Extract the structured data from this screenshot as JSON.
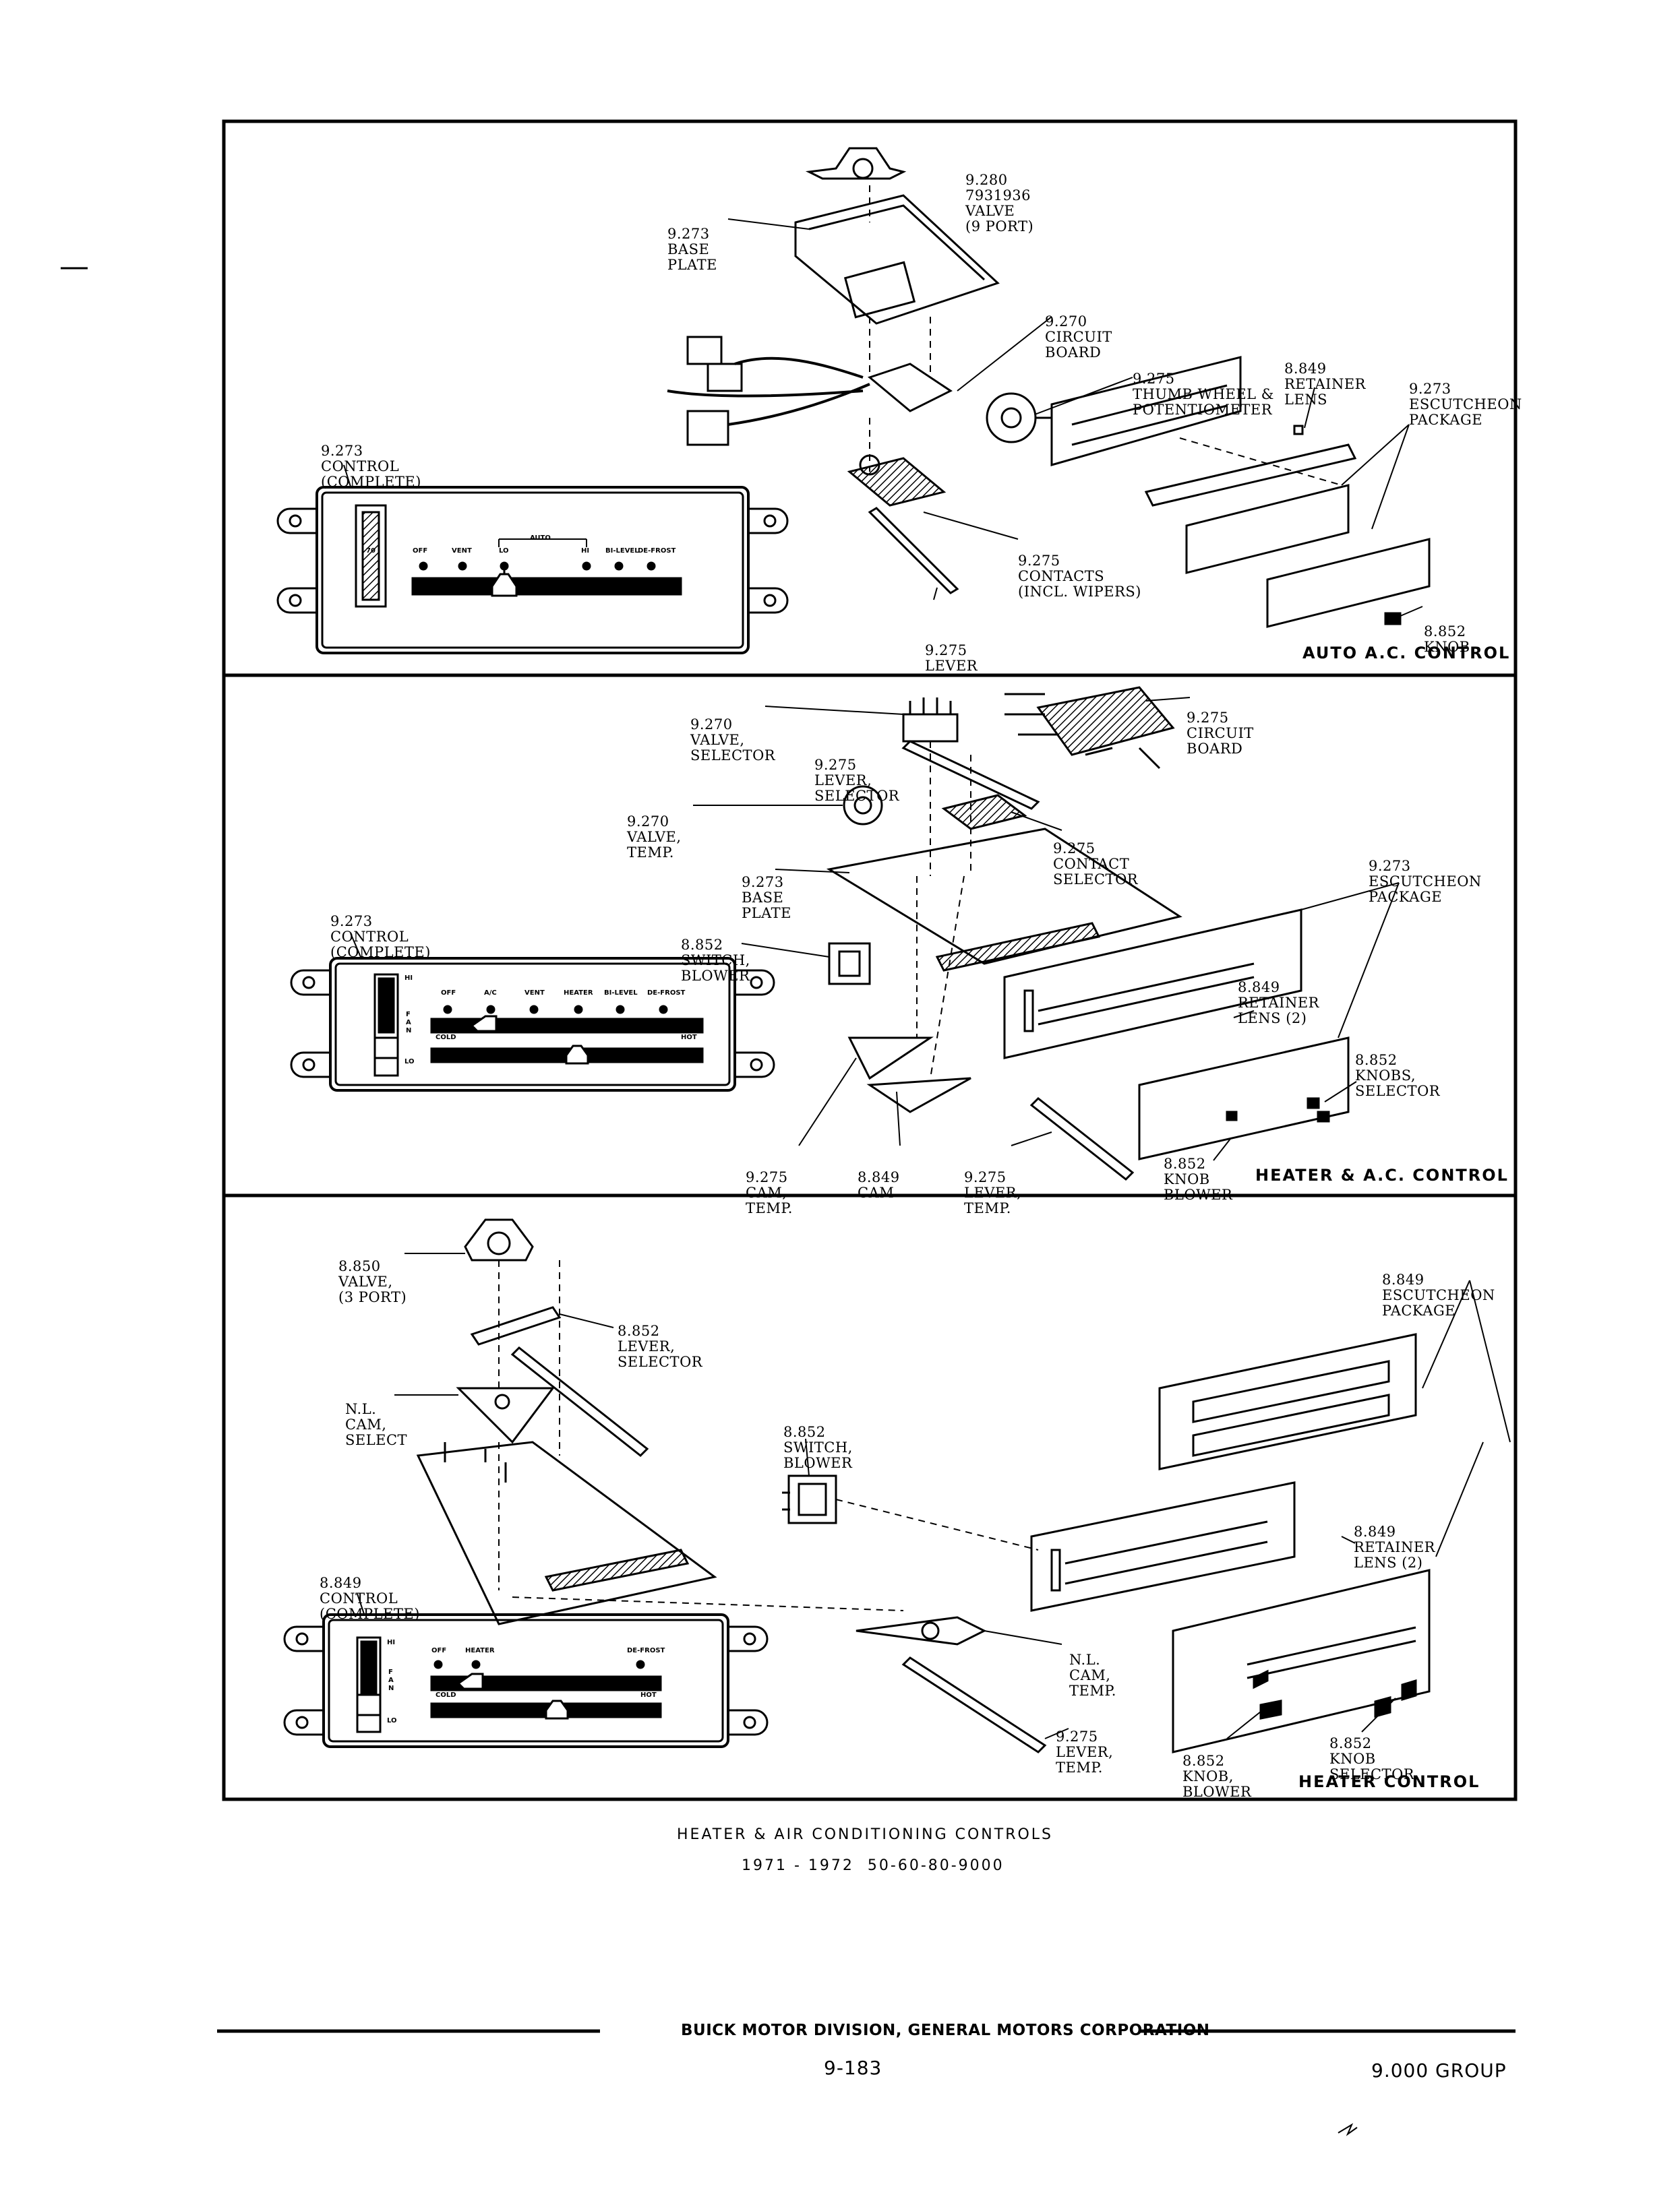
{
  "sections": [
    {
      "title": "AUTO A.C. CONTROL",
      "callouts": [
        {
          "lines": [
            "9.280",
            "7931936",
            "VALVE",
            "(9 PORT)"
          ]
        },
        {
          "lines": [
            "9.273",
            "BASE",
            "PLATE"
          ]
        },
        {
          "lines": [
            "9.270",
            "CIRCUIT",
            "BOARD"
          ]
        },
        {
          "lines": [
            "9.275",
            "THUMB WHEEL &",
            "POTENTIOMETER"
          ]
        },
        {
          "lines": [
            "8.849",
            "RETAINER",
            "LENS"
          ]
        },
        {
          "lines": [
            "9.273",
            "ESCUTCHEON",
            "PACKAGE"
          ]
        },
        {
          "lines": [
            "9.273",
            "CONTROL",
            "(COMPLETE)"
          ]
        },
        {
          "lines": [
            "9.275",
            "CONTACTS",
            "(INCL. WIPERS)"
          ]
        },
        {
          "lines": [
            "8.852",
            "KNOB"
          ]
        },
        {
          "lines": [
            "9.275",
            "LEVER"
          ]
        }
      ],
      "panel_labels": [
        "OFF",
        "VENT",
        "AUTO",
        "LO",
        "HI",
        "BI-LEVEL",
        "DE-FROST",
        "70"
      ]
    },
    {
      "title": "HEATER & A.C. CONTROL",
      "callouts": [
        {
          "lines": [
            "9.270",
            "VALVE,",
            "SELECTOR"
          ]
        },
        {
          "lines": [
            "9.275",
            "LEVER,",
            "SELECTOR"
          ]
        },
        {
          "lines": [
            "9.275",
            "CIRCUIT",
            "BOARD"
          ]
        },
        {
          "lines": [
            "9.270",
            "VALVE,",
            "TEMP."
          ]
        },
        {
          "lines": [
            "9.275",
            "CONTACT",
            "SELECTOR"
          ]
        },
        {
          "lines": [
            "9.273",
            "BASE",
            "PLATE"
          ]
        },
        {
          "lines": [
            "9.273",
            "ESCUTCHEON",
            "PACKAGE"
          ]
        },
        {
          "lines": [
            "9.273",
            "CONTROL",
            "(COMPLETE)"
          ]
        },
        {
          "lines": [
            "8.852",
            "SWITCH,",
            "BLOWER"
          ]
        },
        {
          "lines": [
            "8.849",
            "RETAINER",
            "LENS (2)"
          ]
        },
        {
          "lines": [
            "8.852",
            "KNOBS,",
            "SELECTOR"
          ]
        },
        {
          "lines": [
            "9.275",
            "CAM,",
            "TEMP."
          ]
        },
        {
          "lines": [
            "8.849",
            "CAM"
          ]
        },
        {
          "lines": [
            "9.275",
            "LEVER,",
            "TEMP."
          ]
        },
        {
          "lines": [
            "8.852",
            "KNOB",
            "BLOWER"
          ]
        }
      ],
      "panel_labels": [
        "OFF",
        "A/C",
        "VENT",
        "HEATER",
        "BI-LEVEL",
        "DE-FROST",
        "COLD",
        "HOT",
        "HI",
        "F",
        "A",
        "N",
        "LO"
      ]
    },
    {
      "title": "HEATER CONTROL",
      "callouts": [
        {
          "lines": [
            "8.850",
            "VALVE,",
            "(3 PORT)"
          ]
        },
        {
          "lines": [
            "8.852",
            "LEVER,",
            "SELECTOR"
          ]
        },
        {
          "lines": [
            "N.L.",
            "CAM,",
            "SELECT"
          ]
        },
        {
          "lines": [
            "8.852",
            "SWITCH,",
            "BLOWER"
          ]
        },
        {
          "lines": [
            "8.849",
            "ESCUTCHEON",
            "PACKAGE"
          ]
        },
        {
          "lines": [
            "8.849",
            "RETAINER",
            "LENS (2)"
          ]
        },
        {
          "lines": [
            "8.849",
            "CONTROL",
            "(COMPLETE)"
          ]
        },
        {
          "lines": [
            "N.L.",
            "CAM,",
            "TEMP."
          ]
        },
        {
          "lines": [
            "9.275",
            "LEVER,",
            "TEMP."
          ]
        },
        {
          "lines": [
            "8.852",
            "KNOB,",
            "BLOWER"
          ]
        },
        {
          "lines": [
            "8.852",
            "KNOB",
            "SELECTOR"
          ]
        }
      ],
      "panel_labels": [
        "OFF",
        "HEATER",
        "DE-FROST",
        "COLD",
        "HOT",
        "HI",
        "F",
        "A",
        "N",
        "LO"
      ]
    }
  ],
  "caption": {
    "title": "HEATER & AIR CONDITIONING CONTROLS",
    "subtitle": "1971 - 1972  50-60-80-9000"
  },
  "footer": {
    "publisher": "BUICK MOTOR DIVISION, GENERAL MOTORS CORPORATION",
    "page_number": "9-183",
    "group": "9.000 GROUP"
  }
}
